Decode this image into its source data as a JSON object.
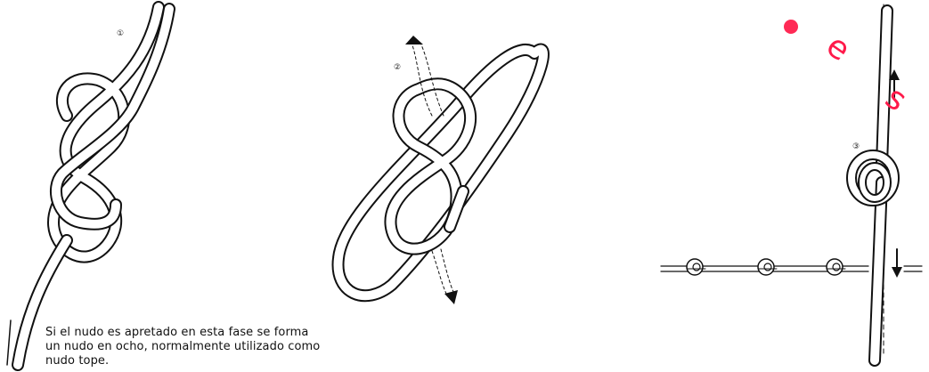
{
  "steps": [
    "①",
    "②",
    "③"
  ],
  "caption": {
    "line1": "Si el nudo es apretado en esta fase se forma",
    "line2": "un nudo en ocho, normalmente utilizado como",
    "line3": "nudo tope."
  },
  "watermark": {
    "letters": [
      "e",
      "s"
    ],
    "color": "#ff2a55"
  }
}
